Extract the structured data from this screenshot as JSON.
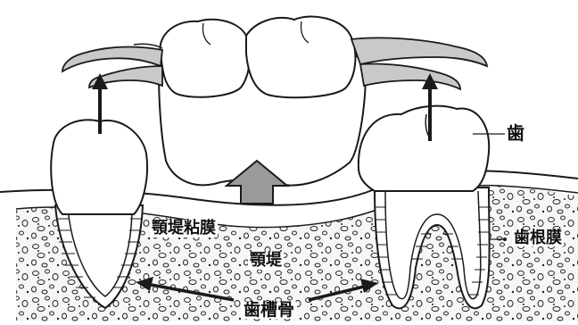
{
  "figure": {
    "labels": {
      "tooth": "歯",
      "mucosa": "顎堤粘膜",
      "ridge": "顎堤",
      "periodontal_ligament": "歯根膜",
      "alveolar_bone": "歯槽骨"
    },
    "colors": {
      "line": "#1a1a1a",
      "clasp_fill": "#c9c9c9",
      "arrow_fill": "#9a9a9a",
      "bone_fill": "#f4f4f4"
    }
  }
}
